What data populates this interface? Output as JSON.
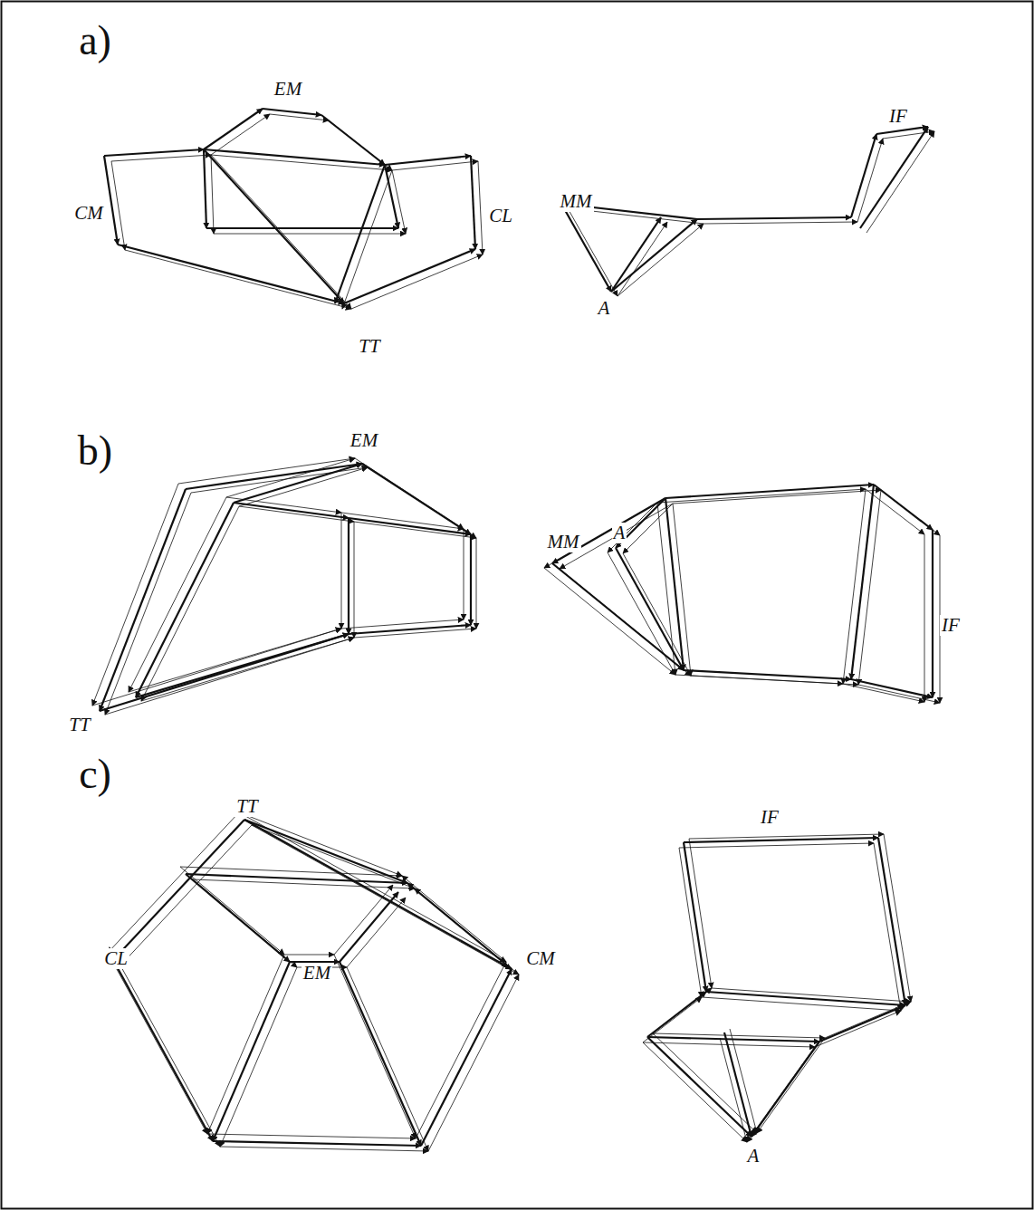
{
  "diagram": {
    "labels": [
      "a)",
      "EM",
      "CM",
      "CL",
      "TT",
      "IF",
      "MM",
      "A",
      "b)",
      "EM",
      "MM",
      "A",
      "IF",
      "TT",
      "c)",
      "TT",
      "IF",
      "CL",
      "EM",
      "CM",
      "A"
    ]
  }
}
